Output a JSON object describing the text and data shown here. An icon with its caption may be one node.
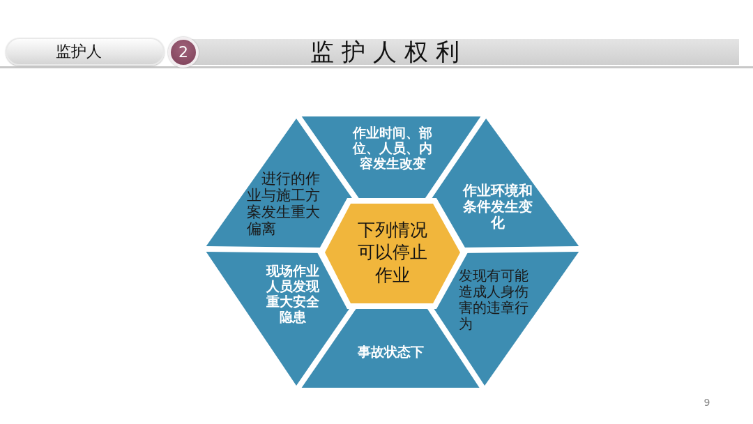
{
  "diagram": {
    "title": "监 护 人 权 利",
    "nodes": [
      {
        "text": [
          "监护人"
        ]
      },
      {
        "text": [
          "2"
        ]
      },
      {
        "text": [
          "作业时间、部位、人员、内容发生改变"
        ]
      },
      {
        "text": [
          "进行的作业与施工方案发生重大偏离"
        ]
      },
      {
        "text": [
          "作业环境和条件发生变化"
        ]
      },
      {
        "text": [
          "下列情况可以停止作业"
        ]
      },
      {
        "text": [
          "现场作业人员发现重大安全隐患"
        ]
      },
      {
        "text": [
          "发现有可能造成人身伤害的违章行为"
        ]
      },
      {
        "text": [
          "事故状态下"
        ]
      }
    ],
    "labels": [
      "9"
    ]
  }
}
